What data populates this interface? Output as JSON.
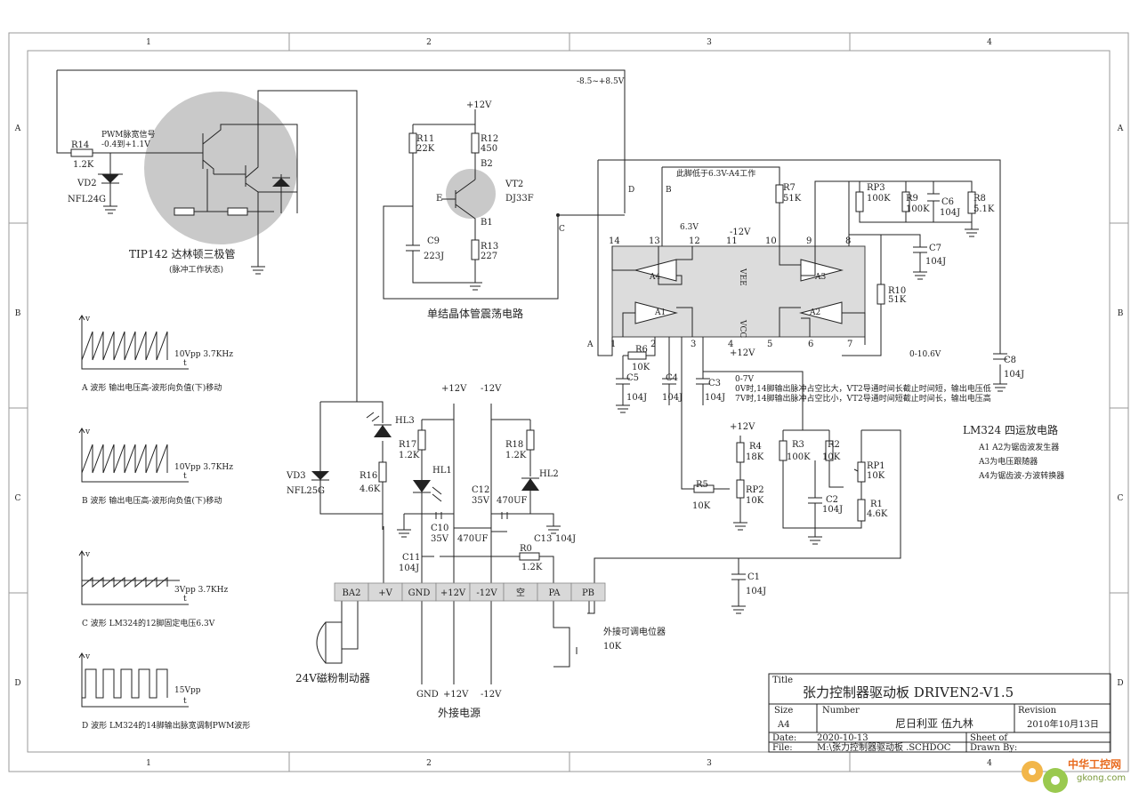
{
  "frame": {
    "cols": [
      "1",
      "2",
      "3",
      "4"
    ],
    "rows": [
      "A",
      "B",
      "C",
      "D"
    ]
  },
  "darlington": {
    "r14": "R14",
    "r14v": "1.2K",
    "vd2": "VD2",
    "vd2t": "NFL24G",
    "pwm1": "PWM脉宽信号",
    "pwm2": "-0.4到+1.1V",
    "title": "TIP142 达林顿三极管",
    "sub": "(脉冲工作状态)"
  },
  "osc": {
    "plus12": "+12V",
    "r11": "R11",
    "r11v": "22K",
    "r12": "R12",
    "r12v": "450",
    "b2": "B2",
    "vt2": "VT2",
    "vt2t": "DJ33F",
    "e": "E",
    "b1": "B1",
    "c9": "C9",
    "c9v": "223J",
    "r13": "R13",
    "r13v": "227",
    "title": "单结晶体管震荡电路"
  },
  "lm": {
    "range": "-8.5~+8.5V",
    "nodeD": "D",
    "nodeB": "B",
    "nodeC": "C",
    "nodeA": "A",
    "note": "此脚低于6.3V-A4工作",
    "r7": "R7",
    "r7v": "51K",
    "rp3": "RP3",
    "rp3v": "100K",
    "r9": "R9",
    "r9v": "100K",
    "c6": "C6",
    "c6v": "104J",
    "r8": "R8",
    "r8v": "5.1K",
    "v63": "6.3V",
    "m12": "-12V",
    "pinsTop": [
      "14",
      "13",
      "12",
      "11",
      "10",
      "9",
      "8"
    ],
    "pinsBot": [
      "1",
      "2",
      "3",
      "4",
      "5",
      "6",
      "7"
    ],
    "vee": "VEE",
    "vcc": "VCC",
    "a1": "A1",
    "a2": "A2",
    "a3": "A3",
    "a4": "A4",
    "c7": "C7",
    "c7v": "104J",
    "r10": "R10",
    "r10v": "51K",
    "r6": "R6",
    "r6v": "10K",
    "c5": "C5",
    "c5v": "104J",
    "c4": "C4",
    "c4v": "104J",
    "c3": "C3",
    "c3v": "104J",
    "p12": "+12V",
    "rng2": "0-10.6V",
    "c8": "C8",
    "c8v": "104J",
    "v07": "0-7V",
    "note1": "0V时,14脚输出脉冲占空比大，VT2导通时间长截止时间短，输出电压低",
    "note2": "7V时,14脚输出脉冲占空比小，VT2导通时间短截止时间长，输出电压高",
    "p12b": "+12V",
    "r4": "R4",
    "r4v": "18K",
    "r5": "R5",
    "r5v": "10K",
    "rp2": "RP2",
    "rp2v": "10K",
    "r3": "R3",
    "r3v": "100K",
    "r2": "R2",
    "r2v": "10K",
    "rp1": "RP1",
    "rp1v": "10K",
    "c2": "C2",
    "c2v": "104J",
    "r1": "R1",
    "r1v": "4.6K",
    "title": "LM324 四运放电路",
    "d1": "A1 A2为锯齿波发生器",
    "d2": "A3为电压跟随器",
    "d3": "A4为锯齿波-方波转换器"
  },
  "power": {
    "hl3": "HL3",
    "vd3": "VD3",
    "vd3t": "NFL25G",
    "r16": "R16",
    "r16v": "4.6K",
    "p12": "+12V",
    "m12": "-12V",
    "r17": "R17",
    "r17v": "1.2K",
    "hl1": "HL1",
    "r18": "R18",
    "r18v": "1.2K",
    "hl2": "HL2",
    "c12": "C12",
    "c12v": "35V",
    "c12c": "470UF",
    "c10": "C10",
    "c10v": "35V",
    "c10c": "470UF",
    "c13": "C13",
    "c13v": "104J",
    "c11": "C11",
    "c11v": "104J",
    "r0": "R0",
    "r0v": "1.2K",
    "c1": "C1",
    "c1v": "104J",
    "pot": "外接可调电位器",
    "potv": "10K",
    "brake": "24V磁粉制动器",
    "gnd": "GND",
    "p12b": "+12V",
    "m12b": "-12V",
    "ext": "外接电源"
  },
  "connector": [
    "BA2",
    "+V",
    "GND",
    "+12V",
    "-12V",
    "空",
    "PA",
    "PB"
  ],
  "waves": [
    {
      "id": "A",
      "amp": "10Vpp 3.7KHz",
      "label": "A 波形   输出电压高-波形向负值(下)移动"
    },
    {
      "id": "B",
      "amp": "10Vpp 3.7KHz",
      "label": "B 波形   输出电压高-波形向负值(下)移动"
    },
    {
      "id": "C",
      "amp": "3Vpp 3.7KHz",
      "label": "C 波形  LM324的12脚固定电压6.3V"
    },
    {
      "id": "D",
      "amp": "15Vpp",
      "label": "D 波形   LM324的14脚输出脉宽调制PWM波形"
    }
  ],
  "axis": {
    "v": "v",
    "t": "t"
  },
  "titleblock": {
    "title_lbl": "Title",
    "title": "张力控制器驱动板 DRIVEN2-V1.5",
    "size_lbl": "Size",
    "size": "A4",
    "number_lbl": "Number",
    "number": "尼日利亚 伍九林",
    "rev_lbl": "Revision",
    "rev": "2010年10月13日",
    "date_lbl": "Date:",
    "date": "2020-10-13",
    "sheet_lbl": "Sheet   of",
    "file_lbl": "File:",
    "file": "M:\\张力控制器驱动板 .SCHDOC",
    "drawn_lbl": "Drawn By:"
  },
  "watermark": {
    "cn": "中华工控网",
    "url": "gkong.com"
  }
}
